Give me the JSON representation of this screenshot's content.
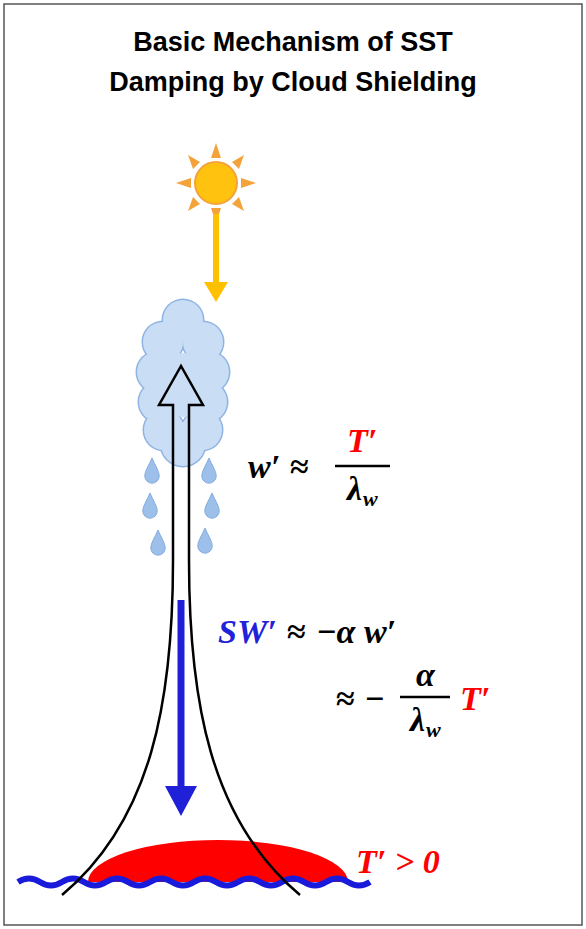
{
  "diagram": {
    "title": "Basic Mechanism of SST Damping by Cloud Shielding",
    "labels": [
      "w′",
      "≈",
      "T′",
      "λ",
      "w",
      "SW′",
      "≈",
      "−α w′",
      "≈",
      "−",
      "α",
      "λ",
      "w",
      "T′",
      "T′ > 0"
    ]
  }
}
